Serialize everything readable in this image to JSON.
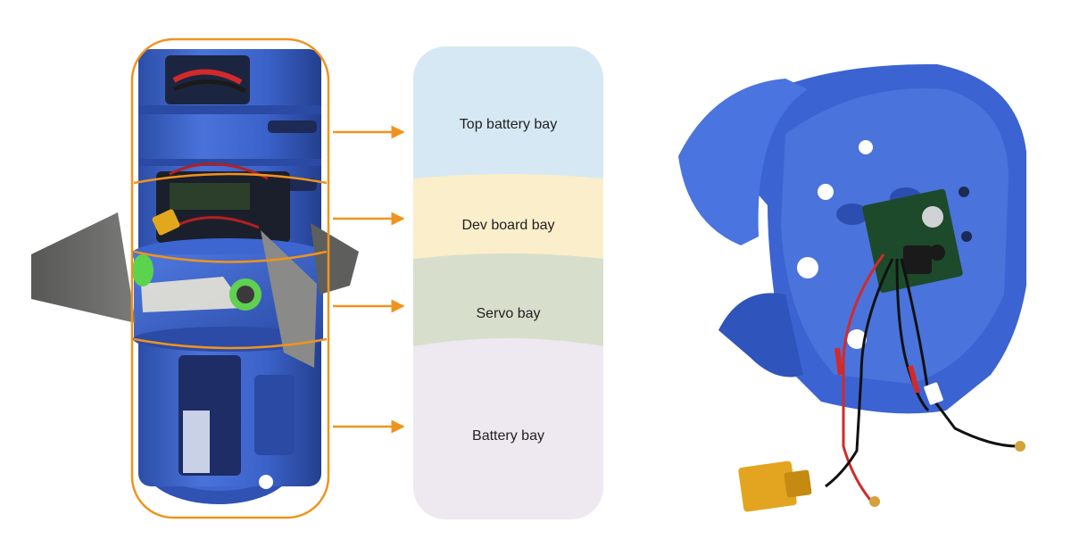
{
  "diagram": {
    "bays": [
      {
        "label": "Top battery bay",
        "color": "#d6e8f3"
      },
      {
        "label": "Dev board bay",
        "color": "#fbeecb"
      },
      {
        "label": "Servo bay",
        "color": "#d7dfcc"
      },
      {
        "label": "Battery bay",
        "color": "#eee8f0"
      }
    ],
    "accent_color": "#f0931e",
    "part_color": "#3b63cf",
    "fin_color": "#6b6c6a"
  }
}
